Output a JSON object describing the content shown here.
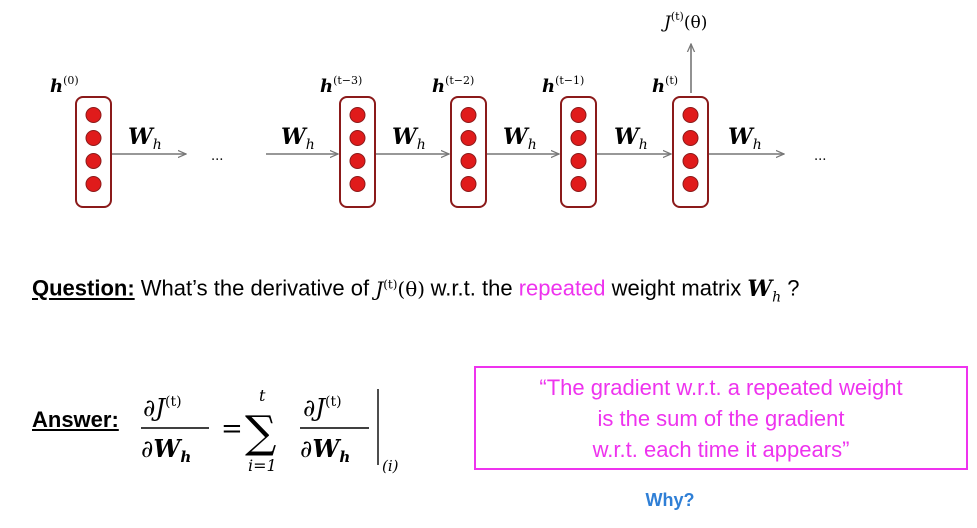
{
  "diagram": {
    "loss_label": {
      "base": "J",
      "sup": "(t)",
      "arg": "(θ)"
    },
    "hidden_labels": [
      {
        "base": "h",
        "sup": "(0)"
      },
      {
        "base": "h",
        "sup": "(t−3)"
      },
      {
        "base": "h",
        "sup": "(t−2)"
      },
      {
        "base": "h",
        "sup": "(t−1)"
      },
      {
        "base": "h",
        "sup": "(t)"
      }
    ],
    "weight_label": {
      "base": "W",
      "sub": "h"
    },
    "ellipsis": "...",
    "colors": {
      "box_border": "#8b1a1a",
      "neuron": "#e01b1b",
      "arrow": "#777777"
    }
  },
  "question": {
    "label": "Question:",
    "text_1": "What’s the derivative of",
    "math_j": {
      "base": "J",
      "sup": "(t)",
      "arg": "(θ)"
    },
    "text_2": "w.r.t. the",
    "highlight": "repeated",
    "text_3": "weight matrix",
    "math_w": {
      "base": "W",
      "sub": "h"
    },
    "text_4": "?"
  },
  "answer": {
    "label": "Answer:",
    "partial": "∂",
    "J": "J",
    "J_sup": "(t)",
    "W": "W",
    "W_sub": "h",
    "equals": "=",
    "sum": "∑",
    "sum_upper": "t",
    "sum_lower": "i=1",
    "eval_sub": "(i)"
  },
  "quote": {
    "lines": [
      "“The gradient w.r.t. a repeated weight",
      "is the sum of the gradient",
      "w.r.t. each time it appears”"
    ],
    "color": "#ee33ee"
  },
  "why": {
    "text": "Why?",
    "color": "#2f7fd6"
  }
}
